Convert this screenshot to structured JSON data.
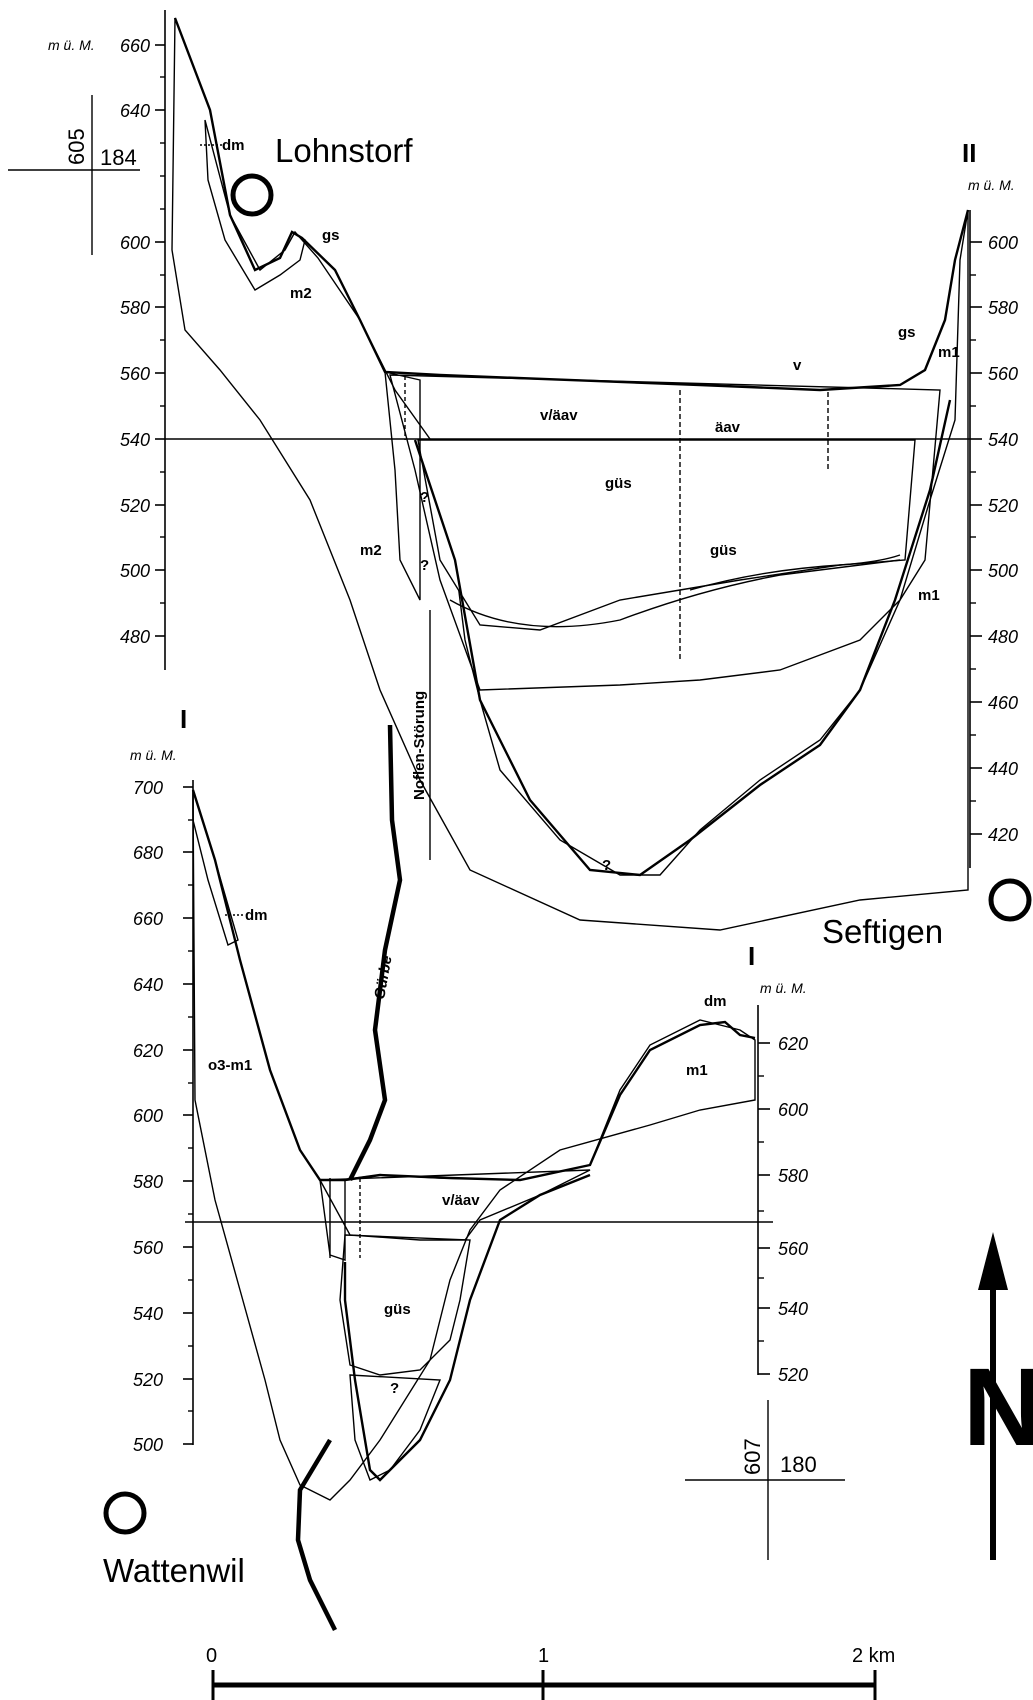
{
  "axes": {
    "unit": "m ü. M.",
    "upper_left_ticks": [
      "660",
      "640",
      "600",
      "580",
      "560",
      "540",
      "520",
      "500",
      "480"
    ],
    "upper_right_ticks": [
      "600",
      "580",
      "560",
      "540",
      "520",
      "500",
      "480",
      "460",
      "440",
      "420"
    ],
    "lower_left_ticks": [
      "700",
      "680",
      "660",
      "640",
      "620",
      "600",
      "580",
      "560",
      "540",
      "520",
      "500"
    ],
    "lower_right_ticks": [
      "620",
      "600",
      "580",
      "560",
      "540",
      "520"
    ]
  },
  "profile_labels": {
    "upper_right_roman": "II",
    "lower_left_roman": "I",
    "lower_right_roman": "I"
  },
  "places": {
    "lohnstorf": "Lohnstorf",
    "seftigen": "Seftigen",
    "wattenwil": "Wattenwil"
  },
  "coordinates": {
    "top_left_x": "605",
    "top_left_y": "184",
    "bottom_right_x": "607",
    "bottom_right_y": "180"
  },
  "units": {
    "dm_upper": "dm",
    "gs_upper": "gs",
    "m2_upper": "m2",
    "m2_mid": "m2",
    "vaav_upper": "v/äav",
    "aav_upper": "äav",
    "gus_upper1": "güs",
    "gus_upper2": "güs",
    "v_upper": "v",
    "gs_right": "gs",
    "m1_right": "m1",
    "m1_right2": "m1",
    "q_upper1": "?",
    "q_upper2": "?",
    "q_upper3": "?",
    "dm_lower": "dm",
    "o3m1_lower": "o3-m1",
    "vaav_lower": "v/äav",
    "gus_lower": "güs",
    "dm_lower_right": "dm",
    "m1_lower": "m1",
    "q_lower": "?"
  },
  "features": {
    "fault": "Noflen-Störung",
    "river": "Gürbe"
  },
  "scale_bar": {
    "label_0": "0",
    "label_1": "1",
    "label_2": "2 km"
  },
  "north_arrow": {
    "letter": "N"
  }
}
